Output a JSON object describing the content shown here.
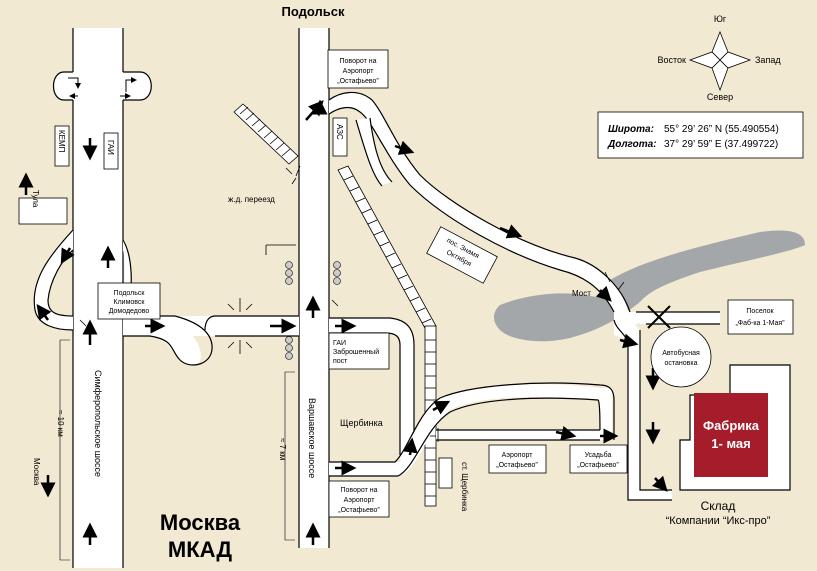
{
  "city_top": "Подольск",
  "city_bottom_1": "Москва",
  "city_bottom_2": "МКАД",
  "compass": {
    "north": "Север",
    "south": "Юг",
    "east": "Восток",
    "west": "Запад"
  },
  "coords": {
    "lat_label": "Широта:",
    "lat_value": "55° 29’ 26” N  (55.490554)",
    "lon_label": "Долгота:",
    "lon_value": "37° 29’ 59” E  (37.499722)"
  },
  "labels": {
    "tula": "Тула",
    "moscow_left": "Москва",
    "kemp": "КЕМП",
    "gai_left": "ГАИ",
    "azs": "АЗС",
    "rail_crossing": "ж.д. переезд",
    "airport_turn_top_1": "Поворот на",
    "airport_turn_top_2": "Аэропорт",
    "airport_turn_top_3": "„Остафьево”",
    "podolsk_box_1": "Подольск",
    "podolsk_box_2": "Климовск",
    "podolsk_box_3": "Домодедово",
    "gai_box_1": "ГАИ",
    "gai_box_2": "Заброшенный",
    "gai_box_3": "пост",
    "simferopol": "Симферопольское шоссе",
    "varshavskoe": "Варшавское шоссе",
    "km10": "≈ 10 км",
    "km7": "≈ 7 км",
    "shcherbinka": "Щербинка",
    "airport_turn_bottom_1": "Поворот на",
    "airport_turn_bottom_2": "Аэропорт",
    "airport_turn_bottom_3": "„Остафьево”",
    "station": "ст. Щербинка",
    "airport_box_1": "Аэропорт",
    "airport_box_2": "„Остафьево”",
    "usadba_1": "Усадьба",
    "usadba_2": "„Остафьево”",
    "znamya_1": "пос. Знамя",
    "znamya_2": "Октября",
    "most": "Мост",
    "poselok_1": "Поселок",
    "poselok_2": "„Фаб-ка 1-Мая”",
    "bus_1": "Автобусная",
    "bus_2": "остановка",
    "factory_1": "Фабрика",
    "factory_2": "1- мая",
    "sklad_1": "Склад",
    "sklad_2": "“Компании “Икс-про”"
  },
  "colors": {
    "background": "#f2e9d2",
    "road": "#ffffff",
    "water": "#a4a7a9",
    "factory": "#a51c2b"
  }
}
